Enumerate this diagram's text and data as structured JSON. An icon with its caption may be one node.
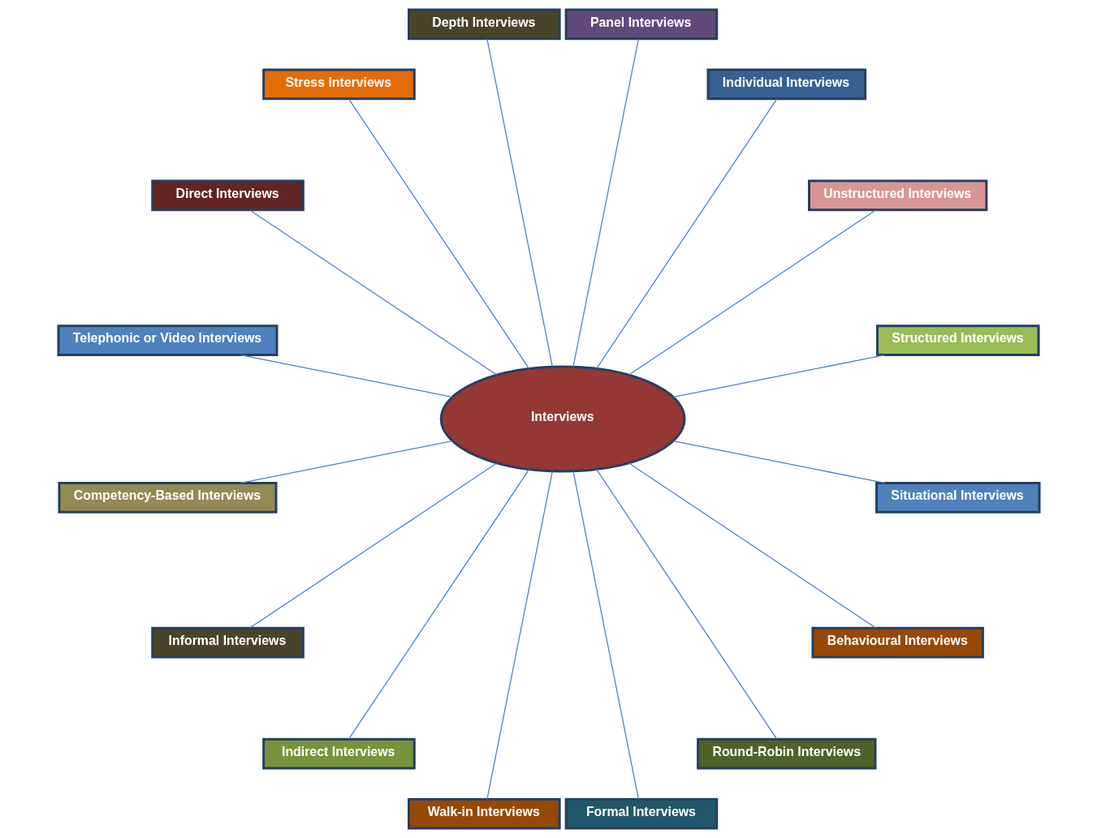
{
  "diagram": {
    "nodes": [
      {
        "text": [
          "Interviews"
        ]
      },
      {
        "text": [
          "Structured Interviews"
        ]
      },
      {
        "text": [
          "Unstructured Interviews"
        ]
      },
      {
        "text": [
          "Individual Interviews"
        ]
      },
      {
        "text": [
          "Panel Interviews"
        ]
      },
      {
        "text": [
          "Depth Interviews"
        ]
      },
      {
        "text": [
          "Stress Interviews"
        ]
      },
      {
        "text": [
          "Direct Interviews"
        ]
      },
      {
        "text": [
          "Telephonic or Video Interviews"
        ]
      },
      {
        "text": [
          "Competency-Based Interviews"
        ]
      },
      {
        "text": [
          "Informal Interviews"
        ]
      },
      {
        "text": [
          "Indirect Interviews"
        ]
      },
      {
        "text": [
          "Walk-in Interviews"
        ]
      },
      {
        "text": [
          "Formal Interviews"
        ]
      },
      {
        "text": [
          "Round-Robin Interviews"
        ]
      },
      {
        "text": [
          "Behavioural Interviews"
        ]
      },
      {
        "text": [
          "Situational Interviews"
        ]
      }
    ],
    "edges": [
      {
        "from": 0,
        "to": 1,
        "arrow": "none"
      },
      {
        "from": 0,
        "to": 2,
        "arrow": "none"
      },
      {
        "from": 0,
        "to": 3,
        "arrow": "none"
      },
      {
        "from": 0,
        "to": 4,
        "arrow": "none"
      },
      {
        "from": 0,
        "to": 5,
        "arrow": "none"
      },
      {
        "from": 0,
        "to": 6,
        "arrow": "none"
      },
      {
        "from": 0,
        "to": 7,
        "arrow": "none"
      },
      {
        "from": 0,
        "to": 8,
        "arrow": "none"
      },
      {
        "from": 0,
        "to": 9,
        "arrow": "none"
      },
      {
        "from": 0,
        "to": 10,
        "arrow": "none"
      },
      {
        "from": 0,
        "to": 11,
        "arrow": "none"
      },
      {
        "from": 0,
        "to": 12,
        "arrow": "none"
      },
      {
        "from": 0,
        "to": 13,
        "arrow": "none"
      },
      {
        "from": 0,
        "to": 14,
        "arrow": "none"
      },
      {
        "from": 0,
        "to": 15,
        "arrow": "none"
      },
      {
        "from": 0,
        "to": 16,
        "arrow": "none"
      }
    ]
  }
}
